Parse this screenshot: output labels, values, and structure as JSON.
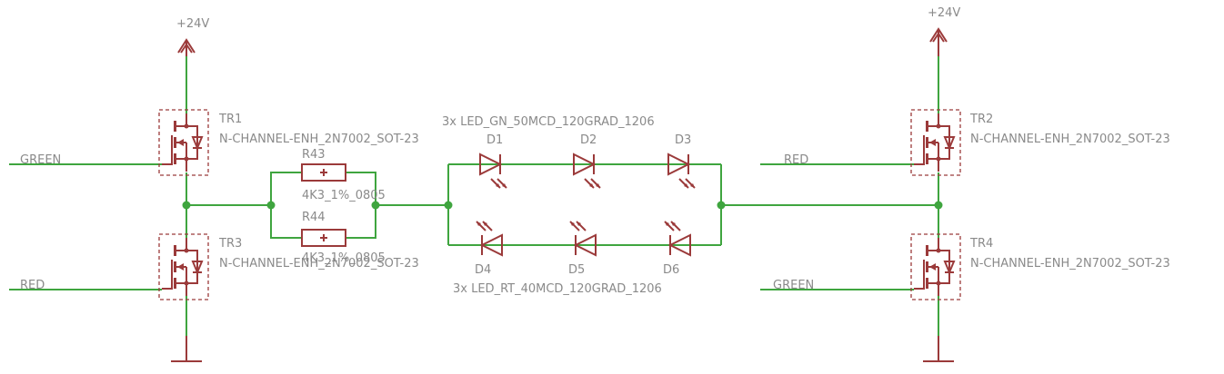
{
  "supply": {
    "left": "+24V",
    "right": "+24V"
  },
  "nets": {
    "tr1_gate": "GREEN",
    "tr3_gate": "RED",
    "tr2_gate": "RED",
    "tr4_gate": "GREEN"
  },
  "transistors": {
    "tr1": {
      "ref": "TR1",
      "value": "N-CHANNEL-ENH_2N7002_SOT-23"
    },
    "tr2": {
      "ref": "TR2",
      "value": "N-CHANNEL-ENH_2N7002_SOT-23"
    },
    "tr3": {
      "ref": "TR3",
      "value": "N-CHANNEL-ENH_2N7002_SOT-23"
    },
    "tr4": {
      "ref": "TR4",
      "value": "N-CHANNEL-ENH_2N7002_SOT-23"
    }
  },
  "resistors": {
    "r43": {
      "ref": "R43",
      "value": "4K3_1%_0805"
    },
    "r44": {
      "ref": "R44",
      "value": "4K3_1%_0805"
    }
  },
  "leds_green": {
    "header": "3x LED_GN_50MCD_120GRAD_1206",
    "refs": [
      "D1",
      "D2",
      "D3"
    ]
  },
  "leds_red": {
    "header": "3x LED_RT_40MCD_120GRAD_1206",
    "refs": [
      "D4",
      "D5",
      "D6"
    ]
  },
  "colors": {
    "wire": "#3fa53f",
    "symbol": "#9b3a3a",
    "text": "#8a8a8a"
  }
}
